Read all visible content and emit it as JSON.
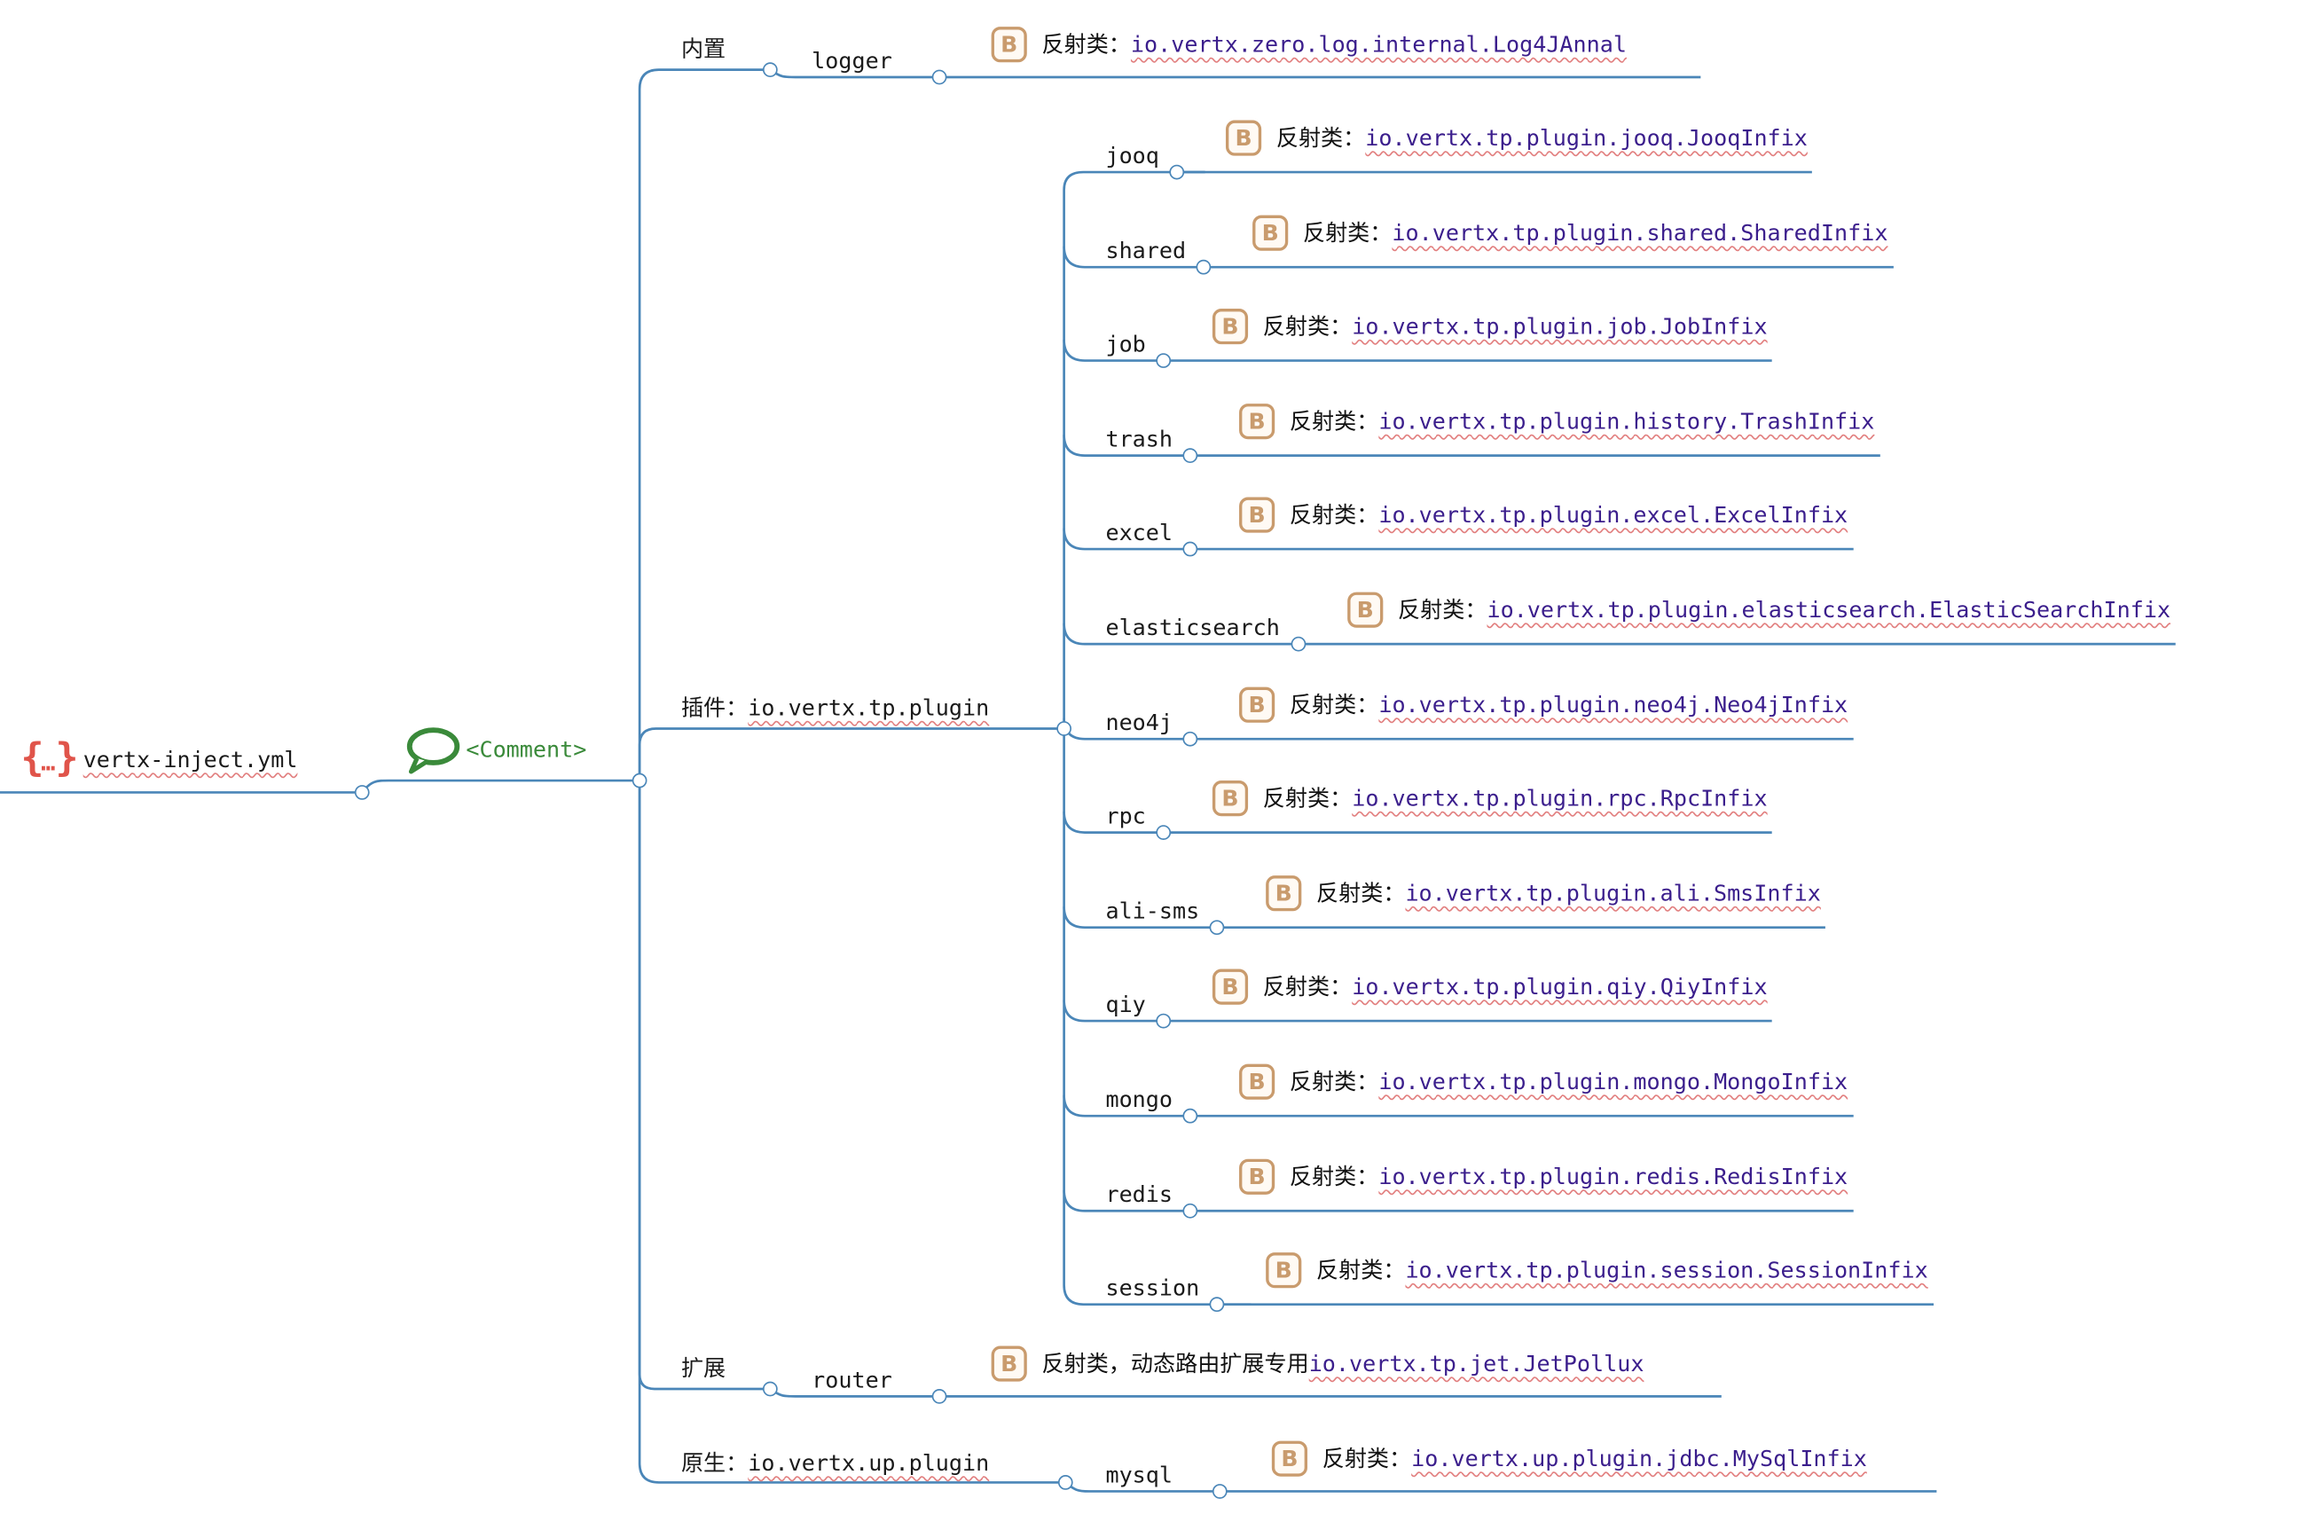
{
  "root": {
    "icon": "curly-braces-icon",
    "label": "vertx-inject.yml"
  },
  "comment": {
    "icon": "speech-bubble-icon",
    "text": "<Comment>"
  },
  "leaf_icon": {
    "icon": "b-letter-box-icon",
    "glyph": "B"
  },
  "groups": [
    {
      "label": "内置",
      "children": [
        {
          "label": "logger",
          "prefix": "反射类：",
          "value": "io.vertx.zero.log.internal.Log4JAnnal"
        }
      ]
    },
    {
      "label_prefix": "插件：",
      "label_code": "io.vertx.tp.plugin",
      "children": [
        {
          "label": "jooq",
          "prefix": "反射类：",
          "value": "io.vertx.tp.plugin.jooq.JooqInfix"
        },
        {
          "label": "shared",
          "prefix": "反射类：",
          "value": "io.vertx.tp.plugin.shared.SharedInfix"
        },
        {
          "label": "job",
          "prefix": "反射类：",
          "value": "io.vertx.tp.plugin.job.JobInfix"
        },
        {
          "label": "trash",
          "prefix": "反射类：",
          "value": "io.vertx.tp.plugin.history.TrashInfix"
        },
        {
          "label": "excel",
          "prefix": "反射类：",
          "value": "io.vertx.tp.plugin.excel.ExcelInfix"
        },
        {
          "label": "elasticsearch",
          "prefix": "反射类：",
          "value": "io.vertx.tp.plugin.elasticsearch.ElasticSearchInfix"
        },
        {
          "label": "neo4j",
          "prefix": "反射类：",
          "value": "io.vertx.tp.plugin.neo4j.Neo4jInfix"
        },
        {
          "label": "rpc",
          "prefix": "反射类：",
          "value": "io.vertx.tp.plugin.rpc.RpcInfix"
        },
        {
          "label": "ali-sms",
          "prefix": "反射类：",
          "value": "io.vertx.tp.plugin.ali.SmsInfix"
        },
        {
          "label": "qiy",
          "prefix": "反射类：",
          "value": "io.vertx.tp.plugin.qiy.QiyInfix"
        },
        {
          "label": "mongo",
          "prefix": "反射类：",
          "value": "io.vertx.tp.plugin.mongo.MongoInfix"
        },
        {
          "label": "redis",
          "prefix": "反射类：",
          "value": "io.vertx.tp.plugin.redis.RedisInfix"
        },
        {
          "label": "session",
          "prefix": "反射类：",
          "value": "io.vertx.tp.plugin.session.SessionInfix"
        }
      ]
    },
    {
      "label": "扩展",
      "children": [
        {
          "label": "router",
          "prefix": "反射类，动态路由扩展专用",
          "value": "io.vertx.tp.jet.JetPollux"
        }
      ]
    },
    {
      "label_prefix": "原生：",
      "label_code": "io.vertx.up.plugin",
      "children": [
        {
          "label": "mysql",
          "prefix": "反射类：",
          "value": "io.vertx.up.plugin.jdbc.MySqlInfix"
        }
      ]
    }
  ]
}
